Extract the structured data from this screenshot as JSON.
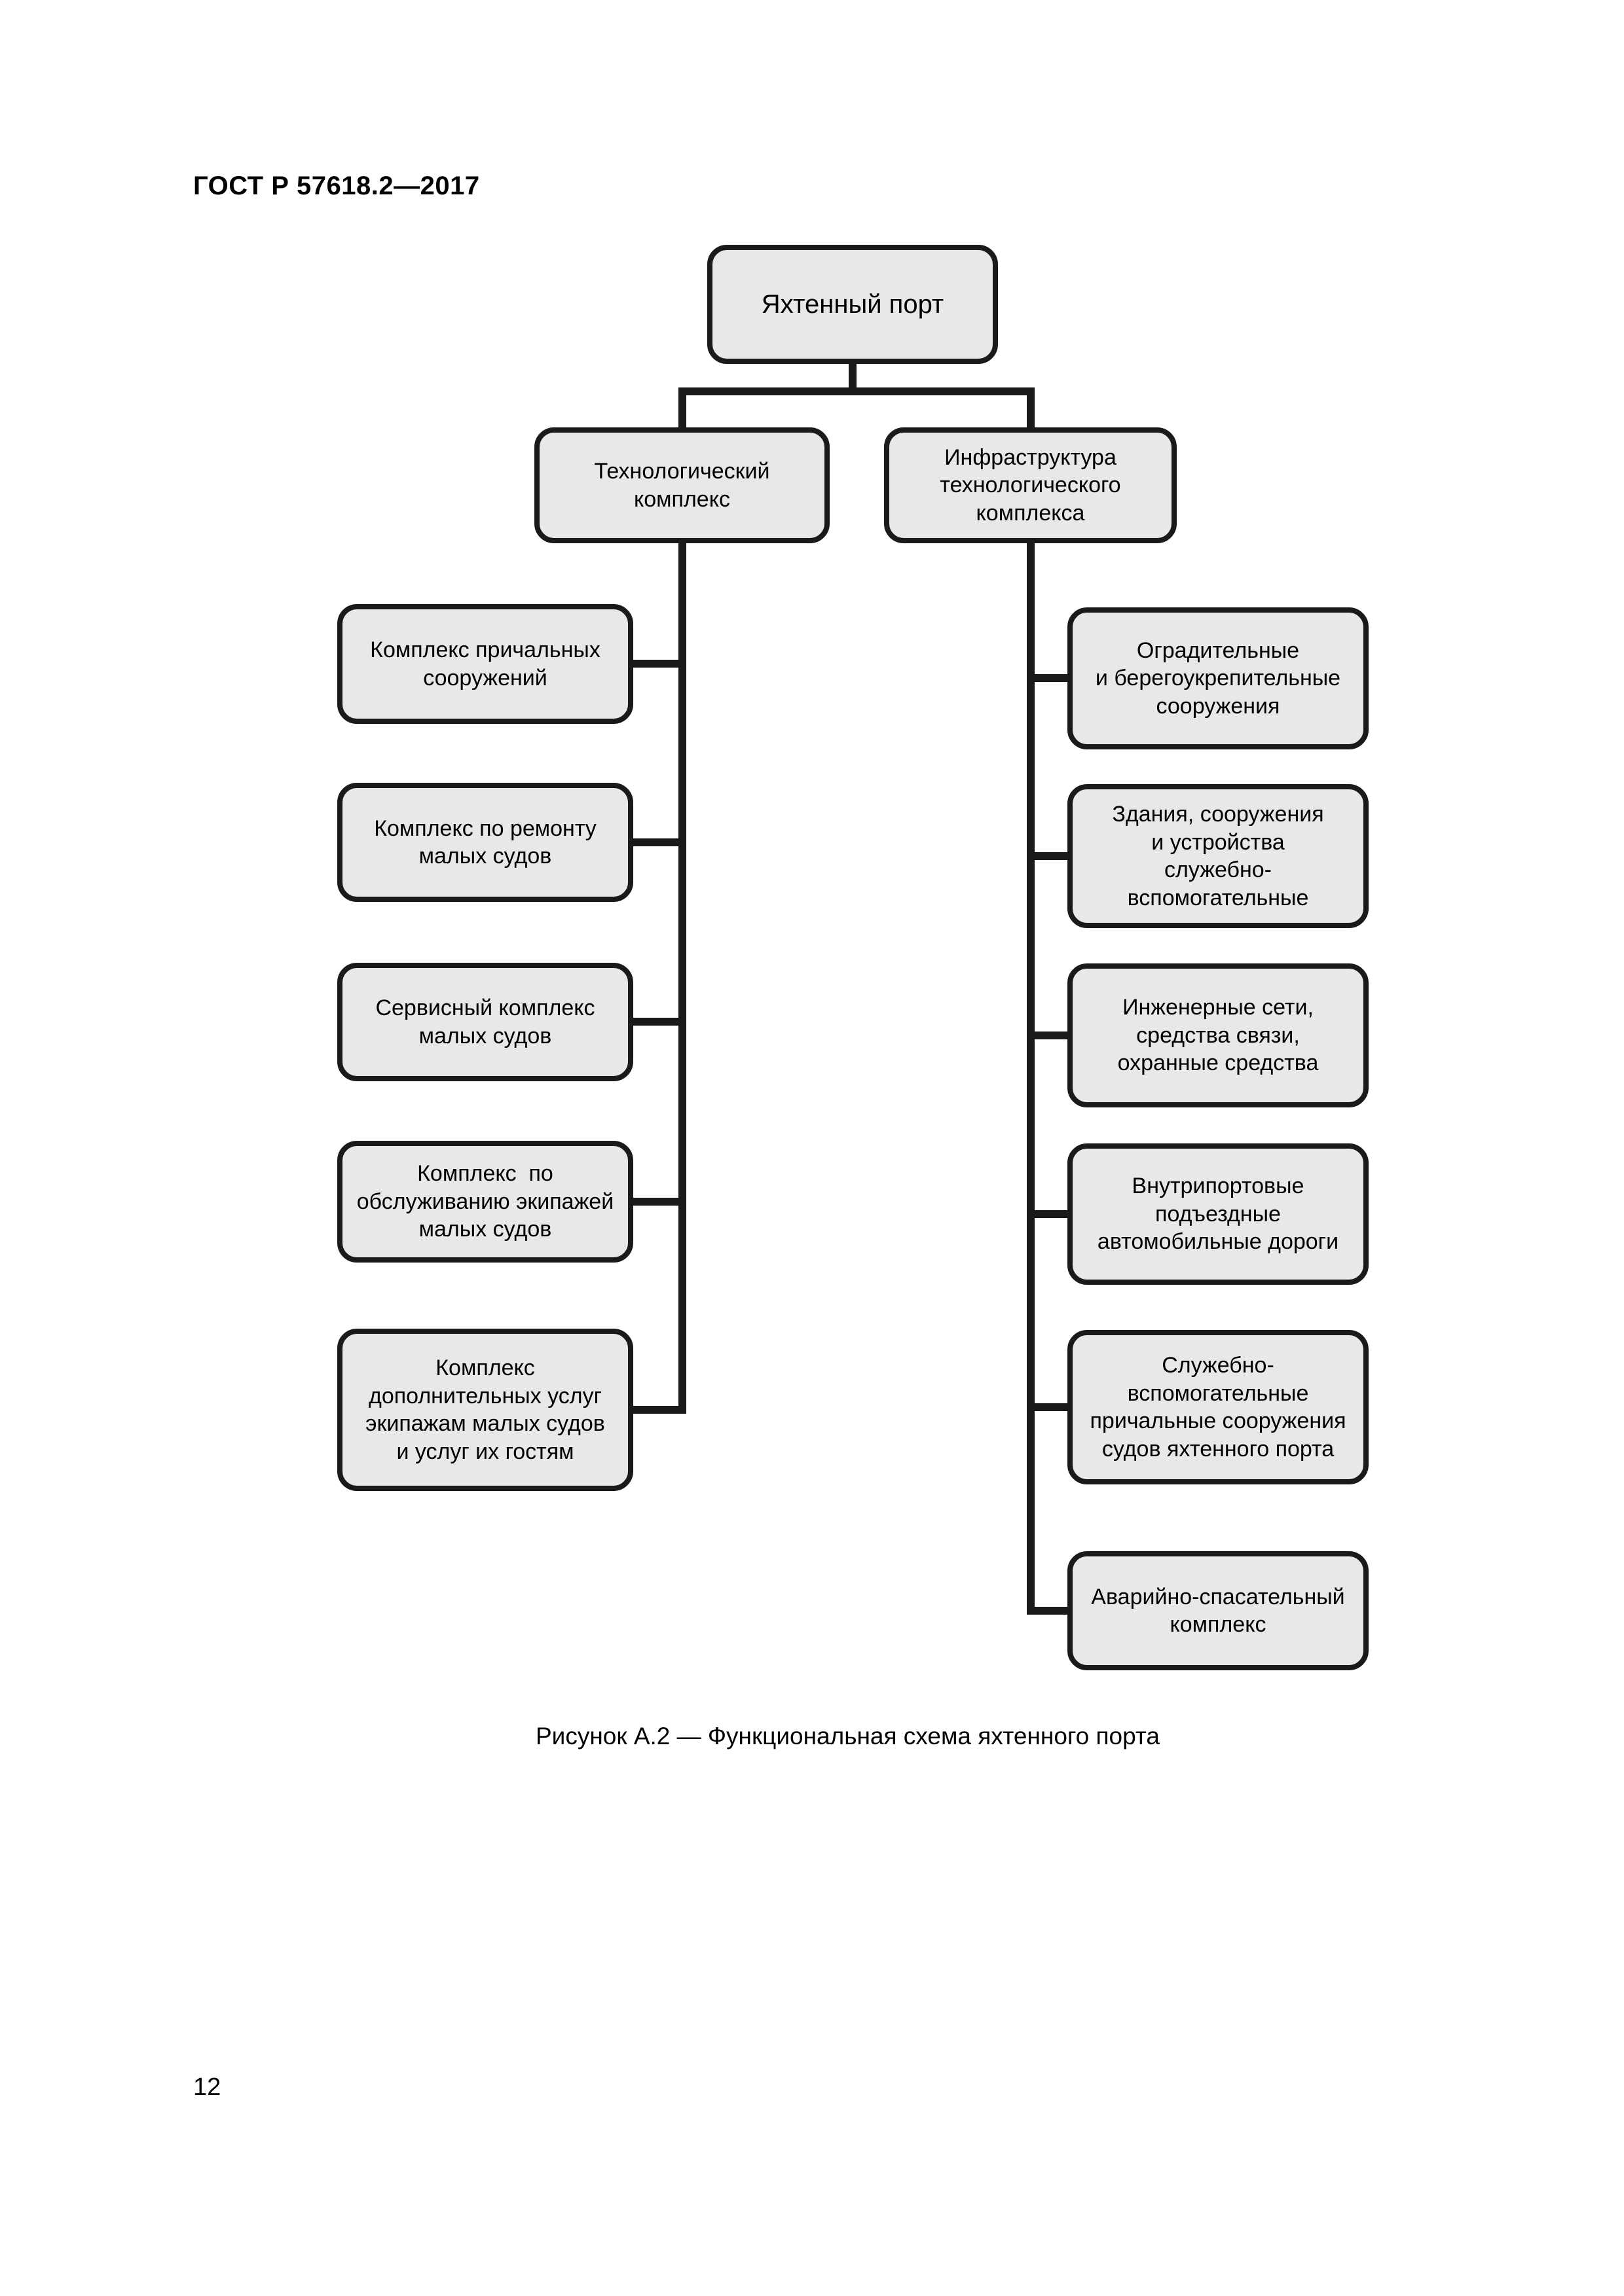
{
  "page": {
    "header": "ГОСТ Р 57618.2—2017",
    "caption": "Рисунок А.2 — Функциональная схема яхтенного порта",
    "page_number": "12"
  },
  "colors": {
    "page_background": "#ffffff",
    "box_fill": "#e8e8e8",
    "box_border": "#1a1a1a",
    "connector": "#1a1a1a",
    "text": "#000000"
  },
  "diagram": {
    "root": {
      "label": "Яхтенный порт"
    },
    "branches": [
      {
        "label": "Технологический\nкомплекс",
        "children": [
          {
            "label": "Комплекс причальных\nсооружений"
          },
          {
            "label": "Комплекс по ремонту\nмалых судов"
          },
          {
            "label": "Сервисный комплекс\nмалых судов"
          },
          {
            "label": "Комплекс  по\nобслуживанию экипажей\nмалых судов"
          },
          {
            "label": "Комплекс\nдополнительных услуг\nэкипажам малых судов\nи услуг их гостям"
          }
        ]
      },
      {
        "label": "Инфраструктура\nтехнологического\nкомплекса",
        "children": [
          {
            "label": "Оградительные\nи берегоукрепительные\nсооружения"
          },
          {
            "label": "Здания, сооружения\nи устройства\nслужебно-\nвспомогательные"
          },
          {
            "label": "Инженерные сети,\nсредства связи,\nохранные средства"
          },
          {
            "label": "Внутрипортовые\nподъездные\nавтомобильные дороги"
          },
          {
            "label": "Служебно-\nвспомогательные\nпричальные сооружения\nсудов яхтенного порта"
          },
          {
            "label": "Аварийно-спасательный\nкомплекс"
          }
        ]
      }
    ]
  }
}
